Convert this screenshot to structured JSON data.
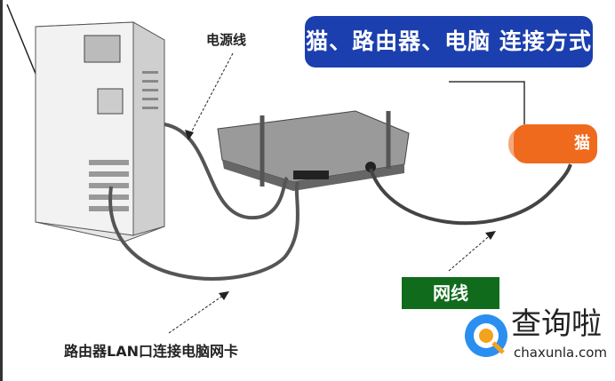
{
  "title": "猫、路由器、电脑 连接方式",
  "labels": {
    "power_cable": "电源线",
    "modem": "猫",
    "network_cable": "网线",
    "lan_connection": "路由器LAN口连接电脑网卡"
  },
  "watermark": {
    "name": "查询啦",
    "url": "chaxunla.com"
  },
  "colors": {
    "title_bg": "#1b3fae",
    "modem_bg": "#ef6a1c",
    "net_bg": "#116b1c"
  }
}
